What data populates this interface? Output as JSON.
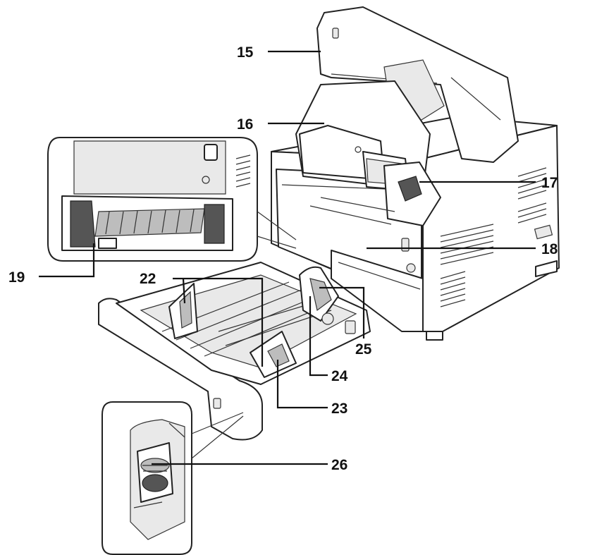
{
  "callouts": [
    {
      "id": "c15",
      "label": "15"
    },
    {
      "id": "c16",
      "label": "16"
    },
    {
      "id": "c17",
      "label": "17"
    },
    {
      "id": "c18",
      "label": "18"
    },
    {
      "id": "c19",
      "label": "19"
    },
    {
      "id": "c22",
      "label": "22"
    },
    {
      "id": "c23",
      "label": "23"
    },
    {
      "id": "c24",
      "label": "24"
    },
    {
      "id": "c25",
      "label": "25"
    },
    {
      "id": "c26",
      "label": "26"
    }
  ]
}
